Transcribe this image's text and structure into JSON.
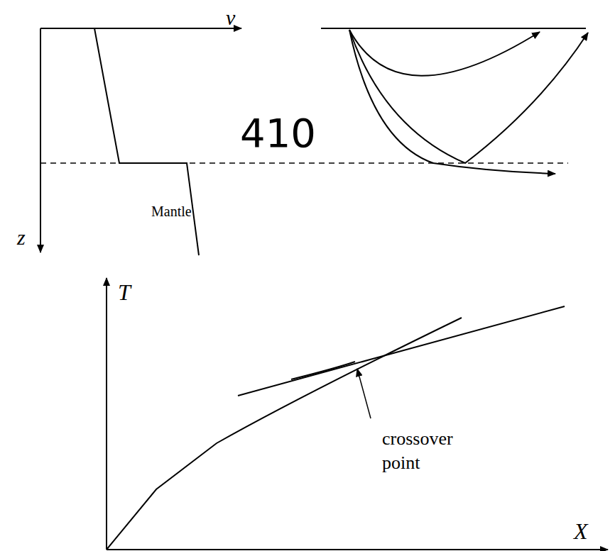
{
  "diagram": {
    "labels": [
      "v",
      "410",
      "Mantle",
      "z",
      "T",
      "crossover point",
      "X"
    ]
  }
}
